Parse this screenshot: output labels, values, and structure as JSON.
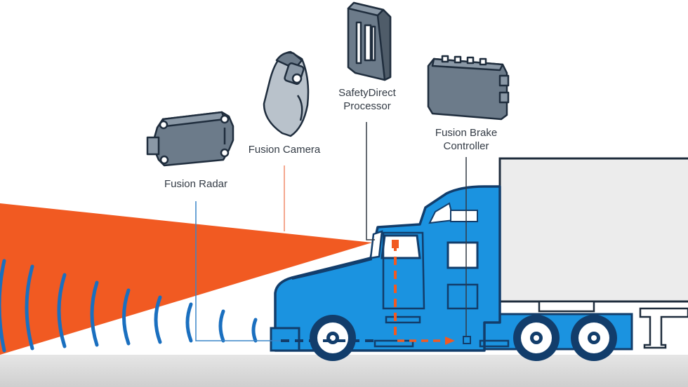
{
  "labels": {
    "radar": "Fusion Radar",
    "camera": "Fusion Camera",
    "processor_line1": "SafetyDirect",
    "processor_line2": "Processor",
    "brake_line1": "Fusion Brake",
    "brake_line2": "Controller"
  },
  "colors": {
    "truck_blue": "#1b93e0",
    "truck_dark": "#123d6b",
    "beam_orange": "#f15a22",
    "wave_blue": "#1a6fbf",
    "device_gray": "#6c7b8a",
    "trailer_gray": "#ececec",
    "ground_gray": "#d2d2d2"
  },
  "icons": {
    "radar": "radar-device-icon",
    "camera": "camera-device-icon",
    "processor": "processor-device-icon",
    "brake": "brake-controller-device-icon"
  }
}
